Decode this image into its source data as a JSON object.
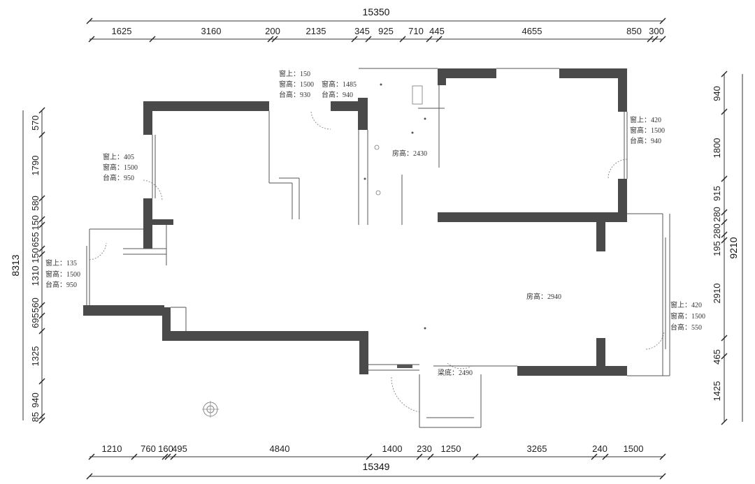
{
  "top": {
    "total": "15350",
    "segments": [
      "1625",
      "3160",
      "200",
      "2135",
      "345",
      "925",
      "710",
      "445",
      "4655",
      "850",
      "300"
    ]
  },
  "bottom": {
    "total": "15349",
    "segments": [
      "1210",
      "760",
      "160",
      "495",
      "4840",
      "1400",
      "230",
      "1250",
      "3265",
      "240",
      "1500"
    ]
  },
  "left": {
    "total": "8313",
    "segments": [
      "570",
      "1790",
      "580",
      "150",
      "655",
      "150",
      "1310",
      "560",
      "695",
      "1325",
      "940",
      "85"
    ]
  },
  "right": {
    "total": "9210",
    "segments": [
      "940",
      "1800",
      "915",
      "280",
      "280",
      "195",
      "2910",
      "465",
      "1425"
    ]
  },
  "windows": [
    {
      "lines": [
        "窗上：405",
        "窗高：1500",
        "台高：950"
      ]
    },
    {
      "lines": [
        "窗上：150",
        "窗高：1500",
        "台高：930"
      ]
    },
    {
      "lines": [
        "窗高：1485",
        "台高：940"
      ]
    },
    {
      "lines": [
        "窗上：420",
        "窗高：1500",
        "台高：940"
      ]
    },
    {
      "lines": [
        "窗上：135",
        "窗高：1500",
        "台高：950"
      ]
    },
    {
      "lines": [
        "窗上：420",
        "窗高：1500",
        "台高：550"
      ]
    }
  ],
  "rooms": [
    "房高：2430",
    "房高：2940",
    "梁底：2490"
  ]
}
